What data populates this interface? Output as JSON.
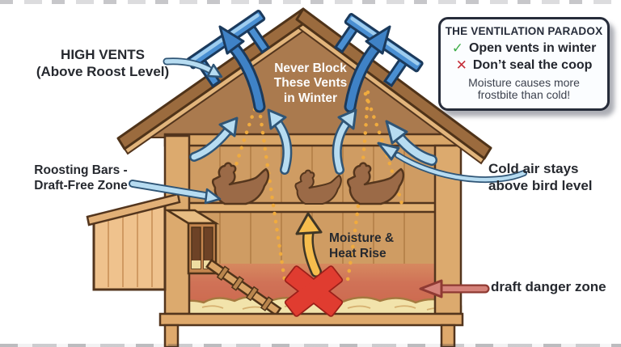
{
  "diagram_title_implicit": "Chicken coop winter ventilation diagram",
  "labels": {
    "high_vents": {
      "line1": "HIGH VENTS",
      "line2": "(Above Roost Level)"
    },
    "never_block": {
      "line1": "Never Block",
      "line2": "These Vents",
      "line3": "in Winter"
    },
    "roosting_bars": {
      "line1": "Roosting Bars -",
      "line2": "Draft-Free Zone"
    },
    "cold_air": {
      "line1": "Cold air stays",
      "line2": "above bird level"
    },
    "moisture": {
      "line1": "Moisture &",
      "line2": "Heat Rise"
    },
    "draft_danger": {
      "text": "draft danger zone"
    }
  },
  "paradox_box": {
    "title": "THE VENTILATION PARADOX",
    "items": [
      {
        "icon": "✓",
        "text": "Open vents in winter"
      },
      {
        "icon": "✕",
        "text": "Don’t seal the coop"
      }
    ],
    "note_line1": "Moisture causes more",
    "note_line2": "frostbite than cold!"
  },
  "icons": {
    "check_icon": "✓",
    "cross_icon": "✕",
    "vent_airflow_arrow": "curved blue arrow up through roof vent",
    "warm_air_arrow": "light blue rising arrow",
    "moisture_arrow": "yellow rising arrow",
    "draft_arrow": "salmon left arrow",
    "blocked_x": "red X over bedding"
  },
  "colors": {
    "background": "#ffffff",
    "roof_board": "#9b6b3e",
    "roof_fascia": "#e2b57c",
    "gable": "#aa7a4e",
    "wall": "#cf9c63",
    "wall_plank_line": "#b8844c",
    "frame_wood": "#dcaa6e",
    "outline_dark": "#53351d",
    "draft_zone_top": "#d6895f",
    "draft_zone_bottom": "#cc6a4f",
    "straw": "#f2e3ab",
    "hen": "#9b6a47",
    "vent_blue": "#4a8fd2",
    "vent_highlight": "#9fcdee",
    "arrow_dark_blue": "#3f82c6",
    "arrow_dark_blue_outline": "#1b3a5c",
    "arrow_light_blue": "#b7dcf1",
    "arrow_light_blue_outline": "#2f5576",
    "dotted_moisture": "#f0ab3e",
    "yellow_arrow": "#f6bd4d",
    "red_x": "#e03c30",
    "draft_arrow": "#d5827a",
    "check_green": "#3fae4a",
    "cross_red": "#c52f3a",
    "label_text": "#26292f",
    "never_block_text": "#fdfdfd"
  }
}
